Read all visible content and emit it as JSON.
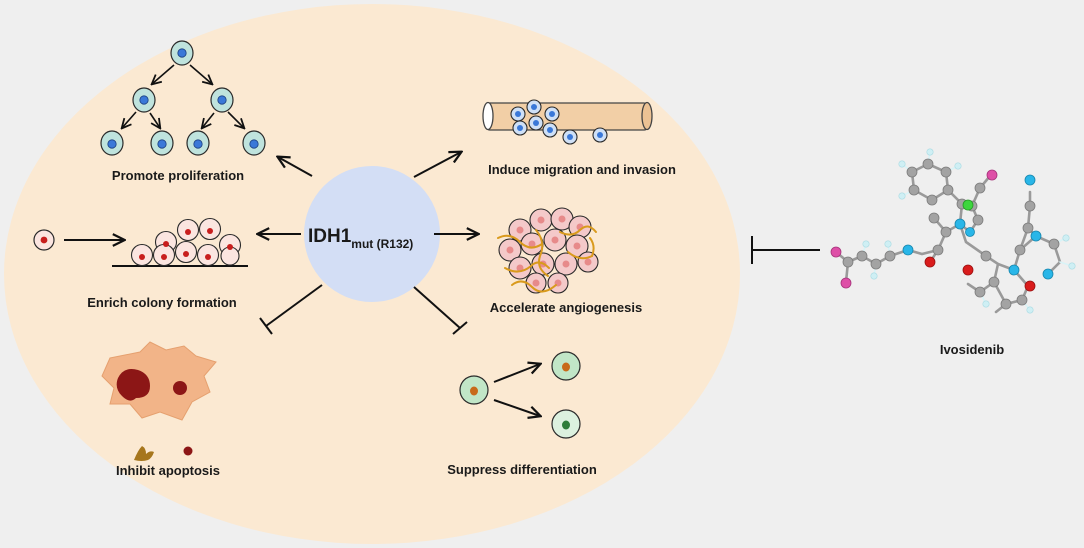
{
  "center": {
    "main": "IDH1",
    "sub": "mut (R132)"
  },
  "effects": {
    "proliferation": "Promote proliferation",
    "migration": "Induce migration and invasion",
    "colony": "Enrich colony formation",
    "angiogenesis": "Accelerate angiogenesis",
    "apoptosis": "Inhibit apoptosis",
    "differentiation": "Suppress differentiation"
  },
  "drug": {
    "name": "Ivosidenib"
  },
  "colors": {
    "background": "#efefef",
    "ellipse": "#fbe9d2",
    "center_circle": "#d3def5",
    "cell_teal": "#bfe3dd",
    "nucleus_blue": "#3a78d8",
    "cell_pink": "#f4c9c9",
    "nucleus_red": "#c81e1e",
    "apoptotic_cell": "#f2b488",
    "apoptotic_body": "#8c1616",
    "vessel": "#f2cfa6",
    "vessel_fiber": "#d99a1c",
    "atom_carbon": "#a3a3a3",
    "atom_nitrogen": "#29b6e8",
    "atom_oxygen": "#d91c1c",
    "atom_fluorine": "#de4fa7",
    "atom_chlorine": "#3ed63e",
    "atom_hydrogen": "#cfeff4"
  }
}
